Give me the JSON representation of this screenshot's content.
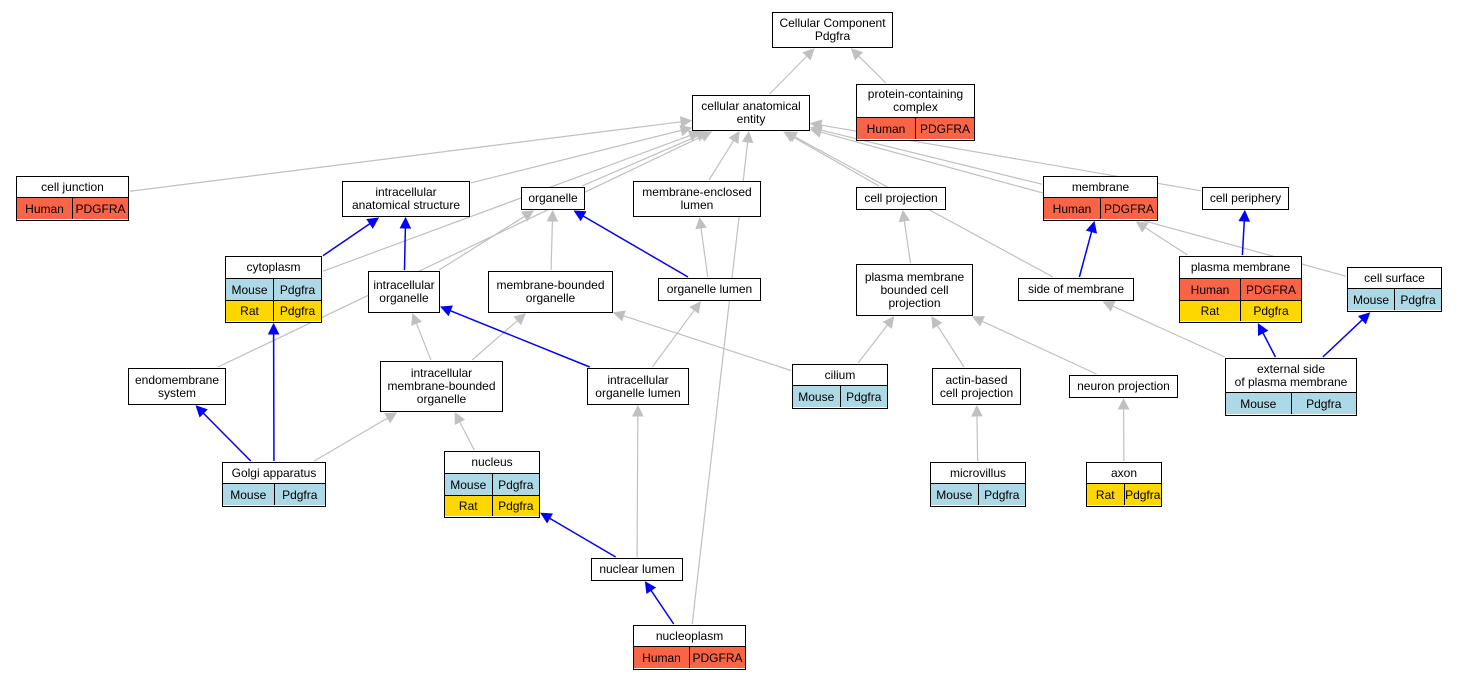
{
  "colors": {
    "human": "#fa6446",
    "mouse": "#add8e6",
    "rat": "#ffd700",
    "edge_is_a": "#c0c0c0",
    "edge_part_of": "#0000ff"
  },
  "nodes": [
    {
      "id": "cc",
      "title": [
        "Cellular Component",
        "Pdgfra"
      ],
      "rows": []
    },
    {
      "id": "pcc",
      "title": [
        "protein-containing",
        "complex"
      ],
      "rows": [
        {
          "species": "Human",
          "gene": "PDGFRA"
        }
      ]
    },
    {
      "id": "cae",
      "title": [
        "cellular anatomical",
        "entity"
      ],
      "rows": []
    },
    {
      "id": "cj",
      "title": [
        "cell junction"
      ],
      "rows": [
        {
          "species": "Human",
          "gene": "PDGFRA"
        }
      ]
    },
    {
      "id": "ias",
      "title": [
        "intracellular",
        "anatomical structure"
      ],
      "rows": []
    },
    {
      "id": "org",
      "title": [
        "organelle"
      ],
      "rows": []
    },
    {
      "id": "mel",
      "title": [
        "membrane-enclosed",
        "lumen"
      ],
      "rows": []
    },
    {
      "id": "cp",
      "title": [
        "cell projection"
      ],
      "rows": []
    },
    {
      "id": "mem",
      "title": [
        "membrane"
      ],
      "rows": [
        {
          "species": "Human",
          "gene": "PDGFRA"
        }
      ]
    },
    {
      "id": "cper",
      "title": [
        "cell periphery"
      ],
      "rows": []
    },
    {
      "id": "cyto",
      "title": [
        "cytoplasm"
      ],
      "rows": [
        {
          "species": "Mouse",
          "gene": "Pdgfra"
        },
        {
          "species": "Rat",
          "gene": "Pdgfra"
        }
      ]
    },
    {
      "id": "io",
      "title": [
        "intracellular",
        "organelle"
      ],
      "rows": []
    },
    {
      "id": "mbo",
      "title": [
        "membrane-bounded",
        "organelle"
      ],
      "rows": []
    },
    {
      "id": "ol",
      "title": [
        "organelle lumen"
      ],
      "rows": []
    },
    {
      "id": "pmbcp",
      "title": [
        "plasma membrane",
        "bounded cell",
        "projection"
      ],
      "rows": []
    },
    {
      "id": "som",
      "title": [
        "side of membrane"
      ],
      "rows": []
    },
    {
      "id": "pm",
      "title": [
        "plasma membrane"
      ],
      "rows": [
        {
          "species": "Human",
          "gene": "PDGFRA"
        },
        {
          "species": "Rat",
          "gene": "Pdgfra"
        }
      ]
    },
    {
      "id": "cs",
      "title": [
        "cell surface"
      ],
      "rows": [
        {
          "species": "Mouse",
          "gene": "Pdgfra"
        }
      ]
    },
    {
      "id": "es",
      "title": [
        "endomembrane",
        "system"
      ],
      "rows": []
    },
    {
      "id": "imbo",
      "title": [
        "intracellular",
        "membrane-bounded",
        "organelle"
      ],
      "rows": []
    },
    {
      "id": "iol",
      "title": [
        "intracellular",
        "organelle lumen"
      ],
      "rows": []
    },
    {
      "id": "cil",
      "title": [
        "cilium"
      ],
      "rows": [
        {
          "species": "Mouse",
          "gene": "Pdgfra"
        }
      ]
    },
    {
      "id": "abcp",
      "title": [
        "actin-based",
        "cell projection"
      ],
      "rows": []
    },
    {
      "id": "np",
      "title": [
        "neuron projection"
      ],
      "rows": []
    },
    {
      "id": "espm",
      "title": [
        "external side",
        "of plasma membrane"
      ],
      "rows": [
        {
          "species": "Mouse",
          "gene": "Pdgfra"
        }
      ]
    },
    {
      "id": "ga",
      "title": [
        "Golgi apparatus"
      ],
      "rows": [
        {
          "species": "Mouse",
          "gene": "Pdgfra"
        }
      ]
    },
    {
      "id": "nuc",
      "title": [
        "nucleus"
      ],
      "rows": [
        {
          "species": "Mouse",
          "gene": "Pdgfra"
        },
        {
          "species": "Rat",
          "gene": "Pdgfra"
        }
      ]
    },
    {
      "id": "mv",
      "title": [
        "microvillus"
      ],
      "rows": [
        {
          "species": "Mouse",
          "gene": "Pdgfra"
        }
      ]
    },
    {
      "id": "axon",
      "title": [
        "axon"
      ],
      "rows": [
        {
          "species": "Rat",
          "gene": "Pdgfra"
        }
      ]
    },
    {
      "id": "nl",
      "title": [
        "nuclear lumen"
      ],
      "rows": []
    },
    {
      "id": "nucp",
      "title": [
        "nucleoplasm"
      ],
      "rows": [
        {
          "species": "Human",
          "gene": "PDGFRA"
        }
      ]
    }
  ],
  "edges": [
    {
      "from": "cae",
      "to": "cc",
      "type": "is_a"
    },
    {
      "from": "pcc",
      "to": "cc",
      "type": "is_a"
    },
    {
      "from": "cj",
      "to": "cae",
      "type": "is_a"
    },
    {
      "from": "ias",
      "to": "cae",
      "type": "is_a"
    },
    {
      "from": "org",
      "to": "cae",
      "type": "is_a"
    },
    {
      "from": "mel",
      "to": "cae",
      "type": "is_a"
    },
    {
      "from": "cp",
      "to": "cae",
      "type": "is_a"
    },
    {
      "from": "mem",
      "to": "cae",
      "type": "is_a"
    },
    {
      "from": "cper",
      "to": "cae",
      "type": "is_a"
    },
    {
      "from": "cyto",
      "to": "cae",
      "type": "is_a"
    },
    {
      "from": "es",
      "to": "cae",
      "type": "is_a"
    },
    {
      "from": "cs",
      "to": "cae",
      "type": "is_a"
    },
    {
      "from": "som",
      "to": "cae",
      "type": "is_a"
    },
    {
      "from": "nucp",
      "to": "cae",
      "type": "is_a"
    },
    {
      "from": "cyto",
      "to": "ias",
      "type": "part_of"
    },
    {
      "from": "io",
      "to": "ias",
      "type": "part_of"
    },
    {
      "from": "io",
      "to": "org",
      "type": "is_a"
    },
    {
      "from": "mbo",
      "to": "org",
      "type": "is_a"
    },
    {
      "from": "ol",
      "to": "org",
      "type": "part_of"
    },
    {
      "from": "ol",
      "to": "mel",
      "type": "is_a"
    },
    {
      "from": "pmbcp",
      "to": "cp",
      "type": "is_a"
    },
    {
      "from": "som",
      "to": "mem",
      "type": "part_of"
    },
    {
      "from": "pm",
      "to": "mem",
      "type": "is_a"
    },
    {
      "from": "pm",
      "to": "cper",
      "type": "part_of"
    },
    {
      "from": "imbo",
      "to": "io",
      "type": "is_a"
    },
    {
      "from": "imbo",
      "to": "mbo",
      "type": "is_a"
    },
    {
      "from": "iol",
      "to": "io",
      "type": "part_of"
    },
    {
      "from": "iol",
      "to": "ol",
      "type": "is_a"
    },
    {
      "from": "cil",
      "to": "mbo",
      "type": "is_a"
    },
    {
      "from": "cil",
      "to": "pmbcp",
      "type": "is_a"
    },
    {
      "from": "abcp",
      "to": "pmbcp",
      "type": "is_a"
    },
    {
      "from": "np",
      "to": "pmbcp",
      "type": "is_a"
    },
    {
      "from": "espm",
      "to": "som",
      "type": "is_a"
    },
    {
      "from": "espm",
      "to": "pm",
      "type": "part_of"
    },
    {
      "from": "espm",
      "to": "cs",
      "type": "part_of"
    },
    {
      "from": "ga",
      "to": "es",
      "type": "part_of"
    },
    {
      "from": "ga",
      "to": "cyto",
      "type": "part_of"
    },
    {
      "from": "ga",
      "to": "imbo",
      "type": "is_a"
    },
    {
      "from": "nuc",
      "to": "imbo",
      "type": "is_a"
    },
    {
      "from": "mv",
      "to": "abcp",
      "type": "is_a"
    },
    {
      "from": "axon",
      "to": "np",
      "type": "is_a"
    },
    {
      "from": "nl",
      "to": "nuc",
      "type": "part_of"
    },
    {
      "from": "nl",
      "to": "iol",
      "type": "is_a"
    },
    {
      "from": "nucp",
      "to": "nl",
      "type": "part_of"
    }
  ]
}
